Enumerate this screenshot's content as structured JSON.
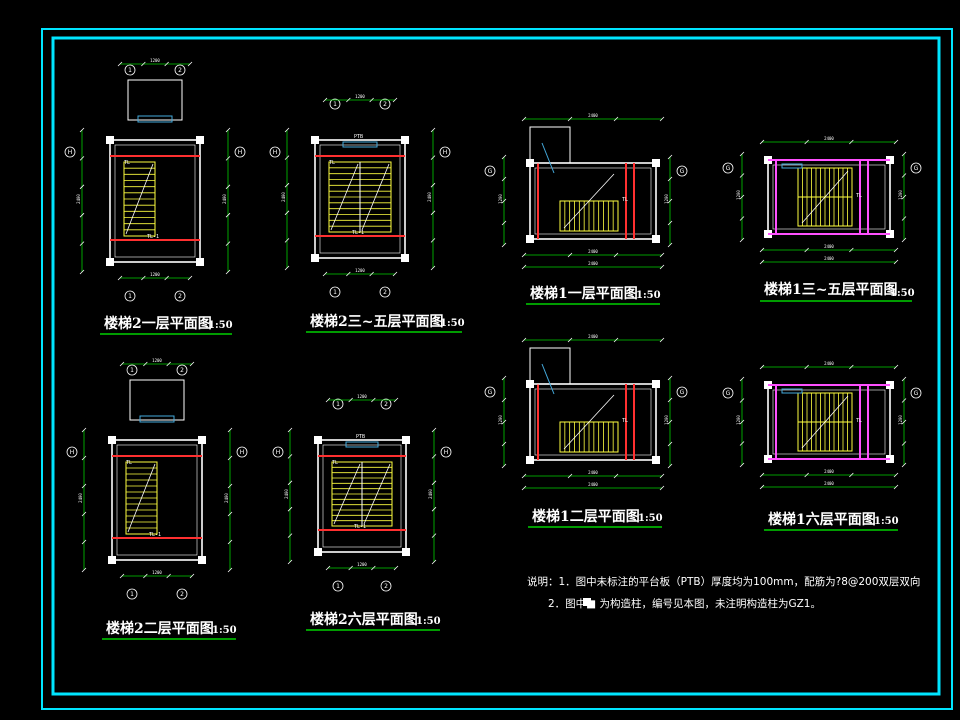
{
  "drawing": {
    "colors": {
      "background": "#000000",
      "frame": "#00e5ff",
      "underline": "#00d000",
      "dim_line": "#00d000",
      "wall": "#ffffff",
      "stair": "#ffff40",
      "beam": "#ff3030",
      "pink_beam": "#ff50ff",
      "column": "#ffffff"
    },
    "plans": [
      {
        "title": "楼梯2一层平面图",
        "scale": "1:50",
        "axes_top": [
          "①",
          "②"
        ],
        "axes_side": [
          "Ⓗ",
          "Ⓗ"
        ]
      },
      {
        "title": "楼梯2三~五层平面图",
        "scale": "1:50",
        "axes_top": [
          "①",
          "②"
        ],
        "axes_side": [
          "Ⓗ",
          "Ⓗ"
        ]
      },
      {
        "title": "楼梯1一层平面图",
        "scale": "1:50",
        "axes_top": [],
        "axes_side": [
          "Ⓖ",
          "Ⓖ"
        ]
      },
      {
        "title": "楼梯1三~五层平面图",
        "scale": "1:50",
        "axes_top": [],
        "axes_side": [
          "Ⓖ",
          "Ⓖ"
        ]
      },
      {
        "title": "楼梯2二层平面图",
        "scale": "1:50",
        "axes_top": [
          "①",
          "②"
        ],
        "axes_side": [
          "Ⓗ",
          "Ⓗ"
        ]
      },
      {
        "title": "楼梯2六层平面图",
        "scale": "1:50",
        "axes_top": [
          "①",
          "②"
        ],
        "axes_side": [
          "Ⓗ",
          "Ⓗ"
        ]
      },
      {
        "title": "楼梯1二层平面图",
        "scale": "1:50",
        "axes_top": [],
        "axes_side": [
          "Ⓖ",
          "Ⓖ"
        ]
      },
      {
        "title": "楼梯1六层平面图",
        "scale": "1:50",
        "axes_top": [],
        "axes_side": [
          "Ⓖ",
          "Ⓖ"
        ]
      }
    ],
    "notes": {
      "line1": "说明：1．图中未标注的平台板（PTB）厚度均为100mm，配筋为?8@200双层双向",
      "line2": "2．图中■    为构造柱，编号见本图，未注明构造柱为GZ1。"
    },
    "labels": {
      "tl": "TL",
      "tl1": "TL-1",
      "ptb": "PTB",
      "gz": "GZ1",
      "dim_small": "1200",
      "dim_large": "2400"
    }
  }
}
